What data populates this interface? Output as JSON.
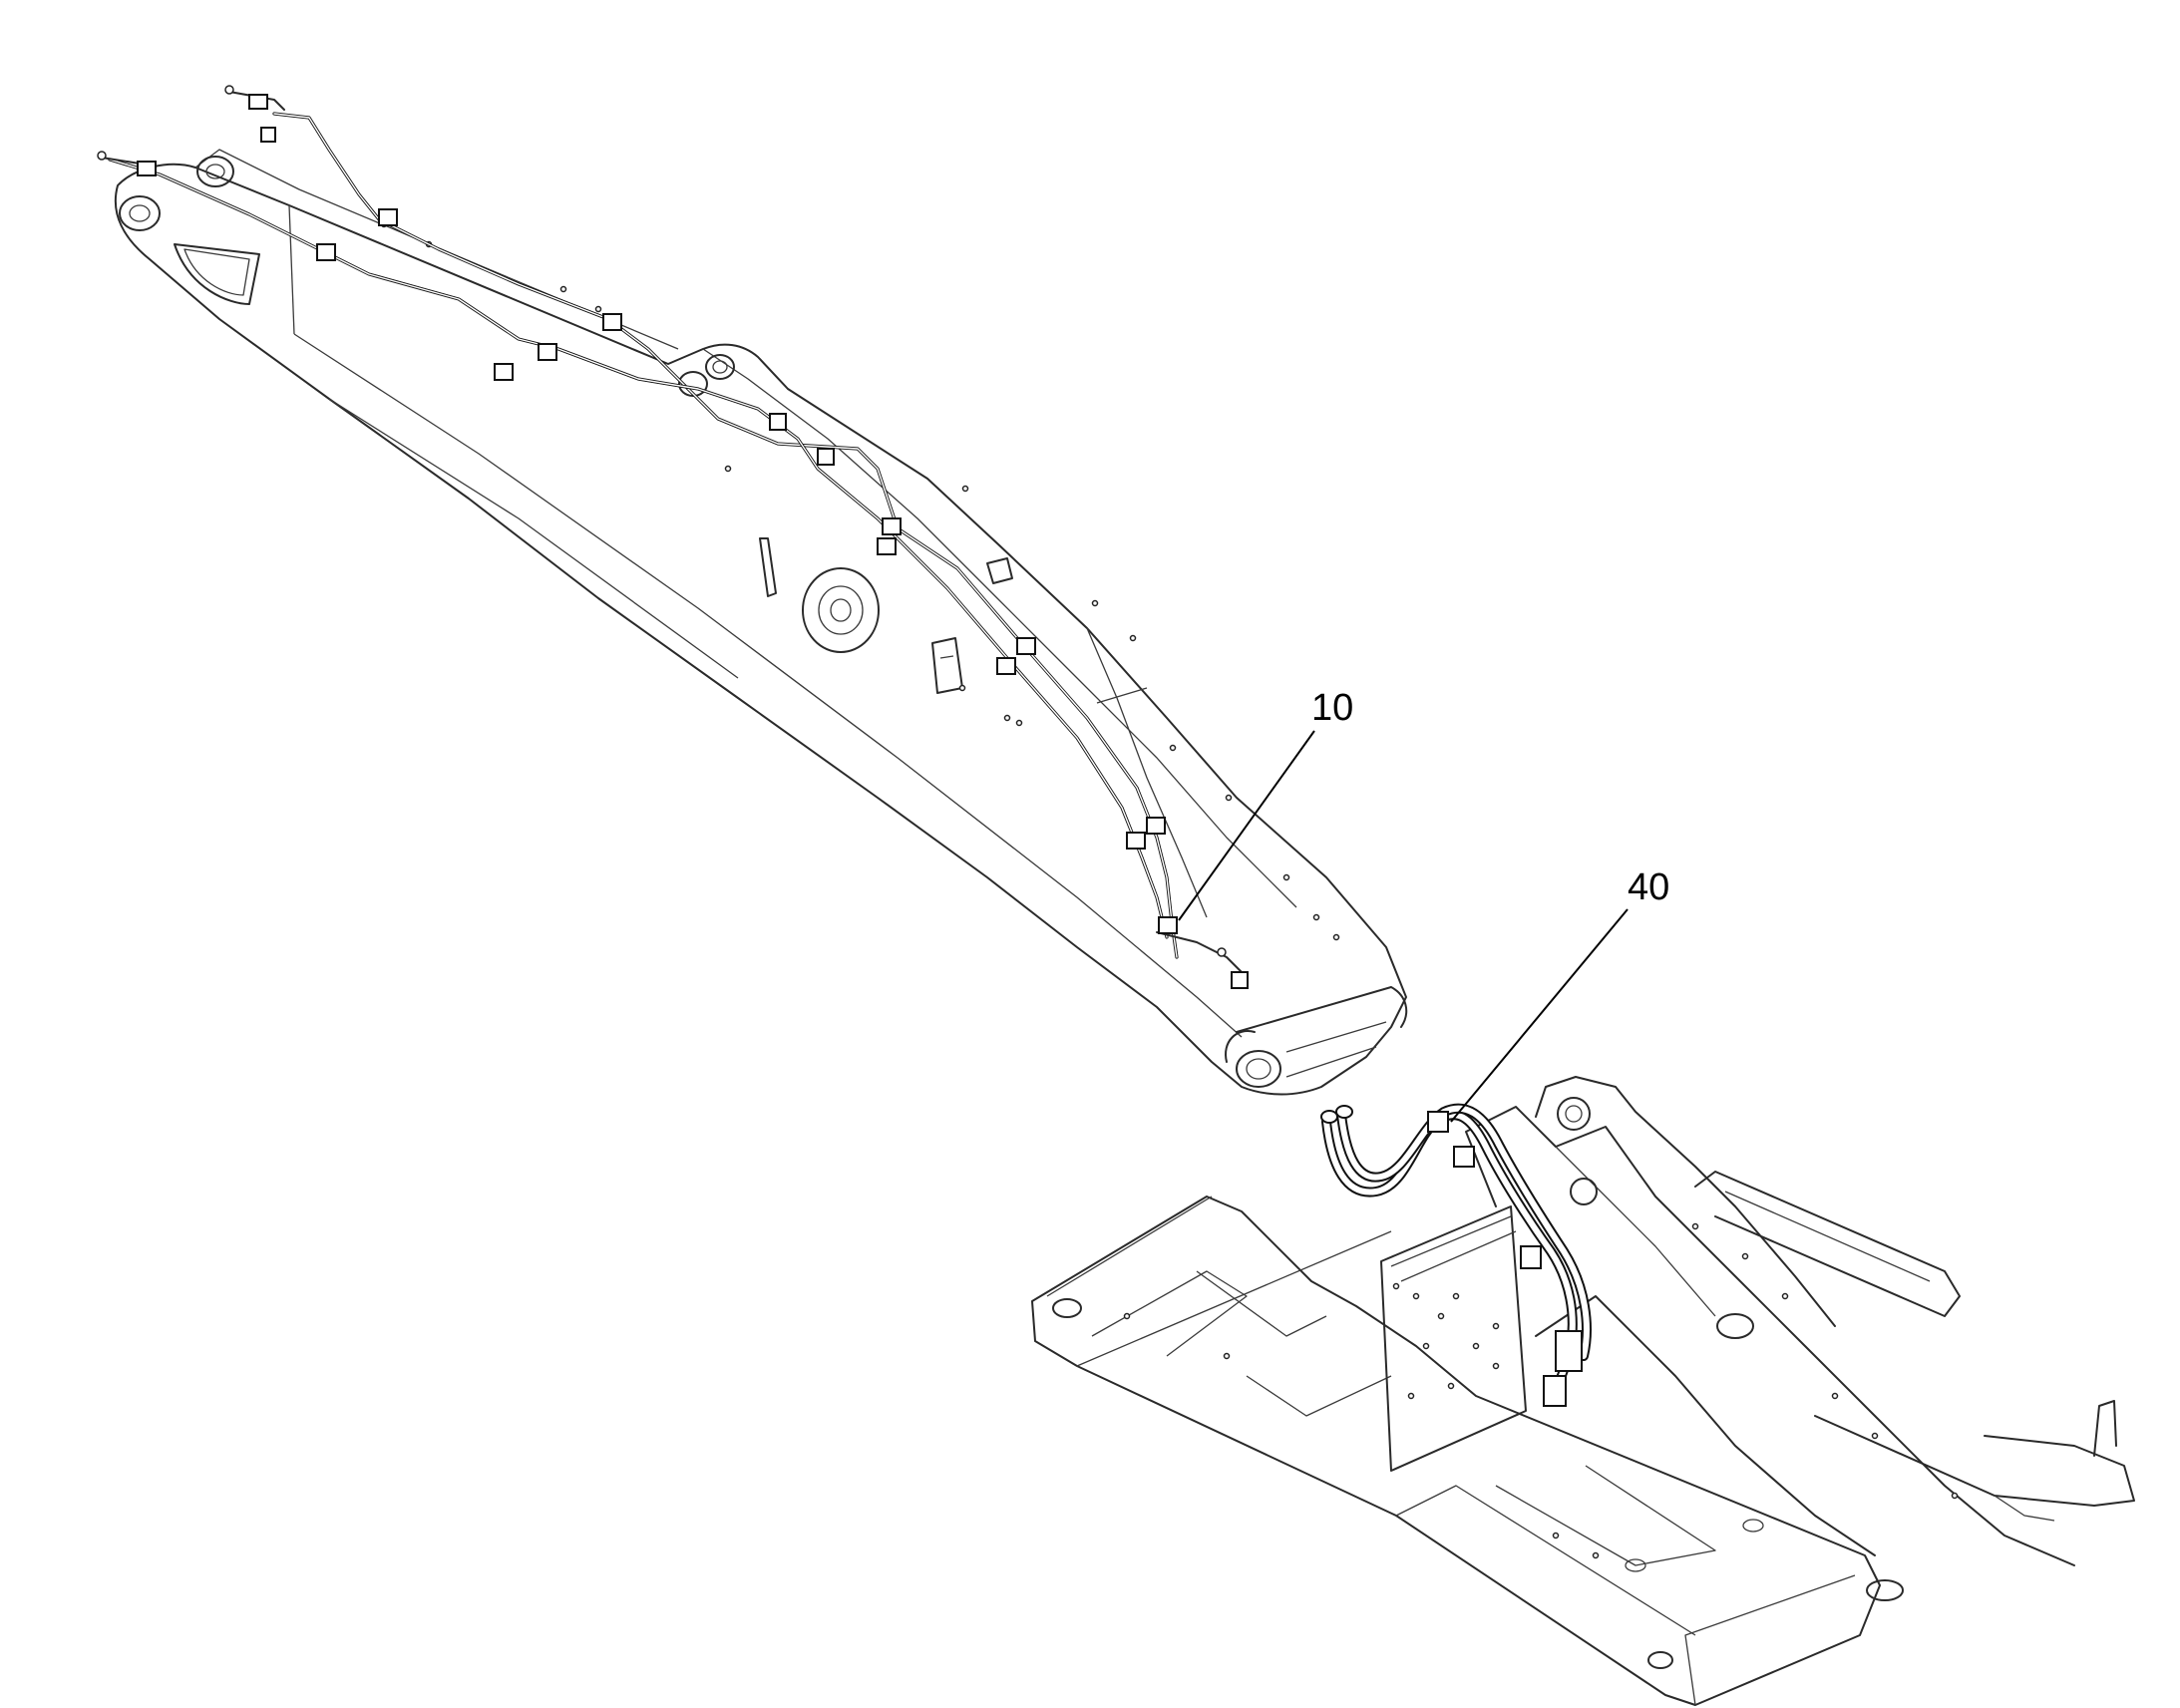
{
  "callouts": [
    {
      "id": "callout-10",
      "label": "10"
    },
    {
      "id": "callout-40",
      "label": "40"
    }
  ],
  "colors": {
    "line": "#2a2a2a",
    "background": "#ffffff",
    "label": "#000000"
  }
}
